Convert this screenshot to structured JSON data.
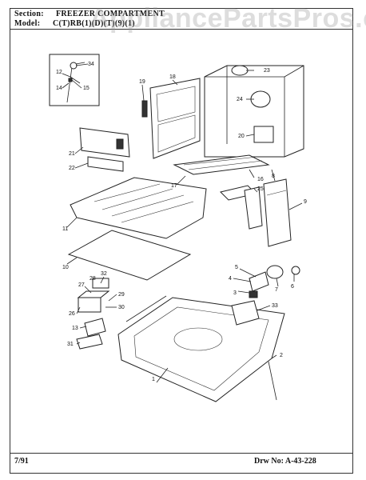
{
  "header": {
    "section_label": "Section:",
    "section_title": "FREEZER COMPARTMENT",
    "model_label": "Model:",
    "model_value": "C(T)RB(1)(D)(T)(9)(1)"
  },
  "watermark": "AppliancePartsPros.com",
  "footer": {
    "date": "7/91",
    "drawing_number": "Drw No: A-43-228"
  },
  "callouts": [
    "1",
    "2",
    "3",
    "4",
    "5",
    "6",
    "7",
    "8",
    "9",
    "10",
    "11",
    "12",
    "13",
    "14",
    "15",
    "16",
    "17",
    "18",
    "19",
    "20",
    "21",
    "22",
    "23",
    "24",
    "25",
    "26",
    "27",
    "28",
    "29",
    "30",
    "31",
    "32",
    "33",
    "34"
  ]
}
